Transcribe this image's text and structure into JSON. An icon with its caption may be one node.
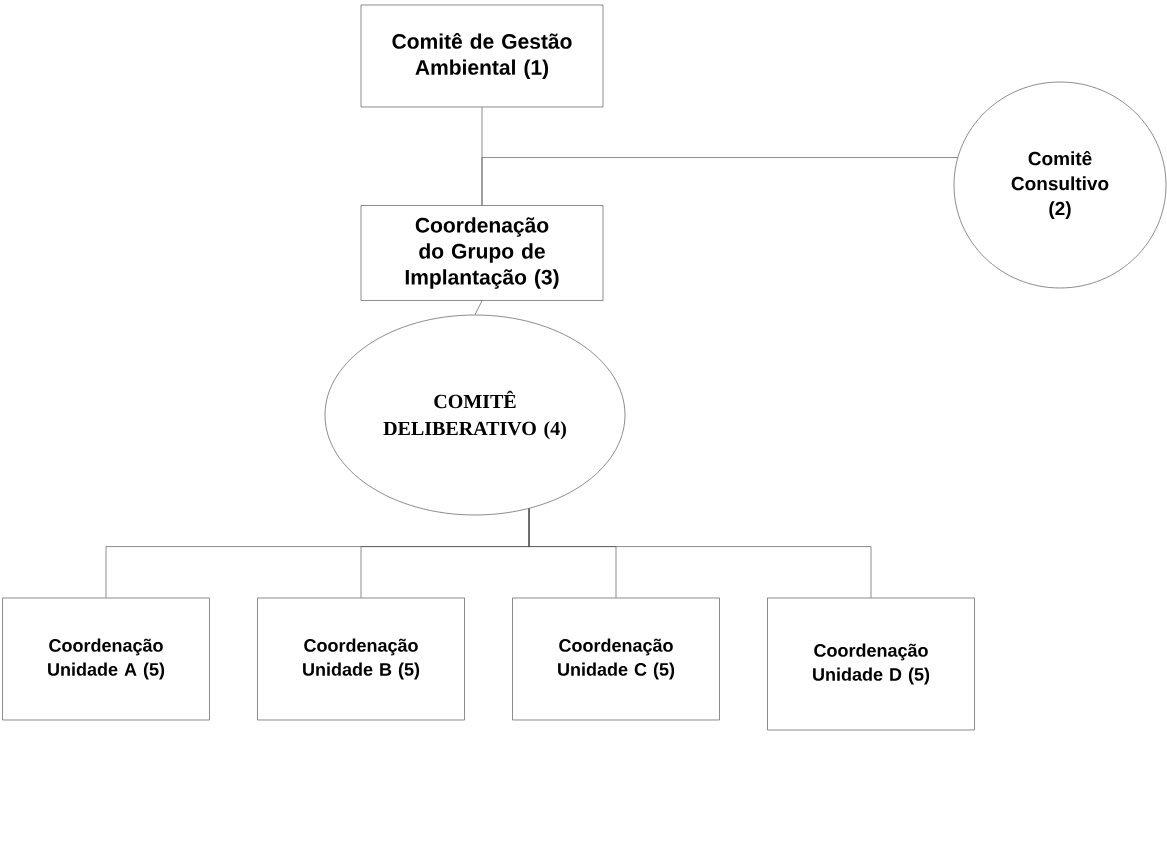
{
  "diagram": {
    "nodes": [
      {
        "text": [
          "Comitê de Gestão Ambiental (1)"
        ]
      },
      {
        "text": [
          "Comitê Consultivo (2)"
        ]
      },
      {
        "text": [
          "Coordenação do Grupo de Implantação (3)"
        ]
      },
      {
        "text": [
          "COMITÊ DELIBERATIVO (4)"
        ]
      },
      {
        "text": [
          "Coordenação Unidade A (5)"
        ]
      },
      {
        "text": [
          "Coordenação Unidade B (5)"
        ]
      },
      {
        "text": [
          "Coordenação Unidade C (5)"
        ]
      },
      {
        "text": [
          "Coordenação Unidade D (5)"
        ]
      }
    ],
    "edges": [
      {
        "from": 0,
        "to": 2,
        "arrow": "none"
      },
      {
        "from": 1,
        "to": 2,
        "arrow": "none"
      },
      {
        "from": 2,
        "to": 3,
        "arrow": "none"
      },
      {
        "from": 3,
        "to": 4,
        "arrow": "none"
      },
      {
        "from": 3,
        "to": 5,
        "arrow": "none"
      },
      {
        "from": 3,
        "to": 6,
        "arrow": "none"
      },
      {
        "from": 3,
        "to": 7,
        "arrow": "none"
      }
    ]
  }
}
